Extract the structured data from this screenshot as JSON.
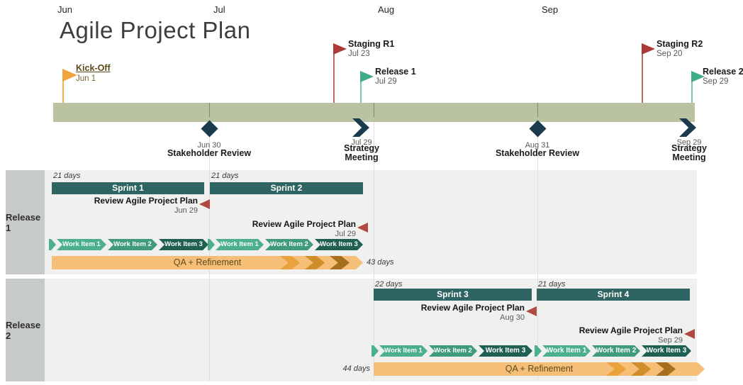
{
  "title": "Agile Project Plan",
  "timeline": {
    "months": [
      "Jun",
      "Jul",
      "Aug",
      "Sep"
    ]
  },
  "flags": [
    {
      "label": "Kick-Off",
      "date": "Jun 1"
    },
    {
      "label": "Staging R1",
      "date": "Jul 23"
    },
    {
      "label": "Release 1",
      "date": "Jul 29"
    },
    {
      "label": "Staging R2",
      "date": "Sep 20"
    },
    {
      "label": "Release 2",
      "date": "Sep 29"
    }
  ],
  "markers": [
    {
      "shape": "diamond",
      "date": "Jun 30",
      "label": "Stakeholder Review"
    },
    {
      "shape": "arrow",
      "date": "Jul 29",
      "label": "Strategy Meeting"
    },
    {
      "shape": "diamond",
      "date": "Aug 31",
      "label": "Stakeholder Review"
    },
    {
      "shape": "arrow",
      "date": "Sep 29",
      "label": "Strategy Meeting"
    }
  ],
  "lanes": [
    {
      "label": "Release 1",
      "sprints": [
        {
          "duration": "21 days",
          "name": "Sprint 1"
        },
        {
          "duration": "21 days",
          "name": "Sprint 2"
        }
      ],
      "reviews": [
        {
          "label": "Review Agile Project Plan",
          "date": "Jun 29"
        },
        {
          "label": "Review Agile Project Plan",
          "date": "Jul 29"
        }
      ],
      "work_items": [
        "Work Item 1",
        "Work Item 2",
        "Work Item 3",
        "Work Item 1",
        "Work Item 2",
        "Work Item 3"
      ],
      "qa_label": "QA + Refinement",
      "qa_duration": "43 days"
    },
    {
      "label": "Release 2",
      "sprints": [
        {
          "duration": "22 days",
          "name": "Sprint 3"
        },
        {
          "duration": "21 days",
          "name": "Sprint 4"
        }
      ],
      "reviews": [
        {
          "label": "Review Agile Project Plan",
          "date": "Aug 30"
        },
        {
          "label": "Review Agile Project Plan",
          "date": "Sep 29"
        }
      ],
      "work_items": [
        "Work Item 1",
        "Work Item 2",
        "Work Item 3",
        "Work Item 1",
        "Work Item 2",
        "Work Item 3"
      ],
      "qa_label": "QA + Refinement",
      "qa_duration": "44 days"
    }
  ],
  "colors": {
    "band": "#b9c2a1",
    "sprint_bar": "#2e6461",
    "work_item_1": "#4cb08d",
    "work_item_2": "#3f9b7b",
    "work_item_3": "#206053",
    "qa_bar": "#f6bf78",
    "qa_arrow_1": "#eaa23d",
    "qa_arrow_2": "#d08d29",
    "qa_arrow_3": "#a66f1e",
    "review_marker_red": "#ae4a40",
    "flag_orange": "#f0a33c",
    "flag_red": "#ad3a37",
    "flag_green": "#3fae87",
    "timeline_marker_dark": "#1c3a4d",
    "lane_bg": "#f0f0ee",
    "lane_label_bg": "#c7cbc7"
  },
  "chart_data": {
    "type": "table",
    "title": "Agile Project Plan",
    "timeline_months": [
      "Jun",
      "Jul",
      "Aug",
      "Sep"
    ],
    "milestone_flags": [
      {
        "name": "Kick-Off",
        "date": "Jun 1",
        "color": "orange"
      },
      {
        "name": "Staging R1",
        "date": "Jul 23",
        "color": "red"
      },
      {
        "name": "Release 1",
        "date": "Jul 29",
        "color": "green"
      },
      {
        "name": "Staging R2",
        "date": "Sep 20",
        "color": "red"
      },
      {
        "name": "Release 2",
        "date": "Sep 29",
        "color": "green"
      }
    ],
    "timeline_events": [
      {
        "name": "Stakeholder Review",
        "date": "Jun 30"
      },
      {
        "name": "Strategy Meeting",
        "date": "Jul 29"
      },
      {
        "name": "Stakeholder Review",
        "date": "Aug 31"
      },
      {
        "name": "Strategy Meeting",
        "date": "Sep 29"
      }
    ],
    "swimlanes": [
      {
        "name": "Release 1",
        "bars": [
          {
            "name": "Sprint 1",
            "duration_days": 21
          },
          {
            "name": "Sprint 2",
            "duration_days": 21
          },
          {
            "name": "QA + Refinement",
            "duration_days": 43
          }
        ],
        "milestones": [
          {
            "name": "Review Agile Project Plan",
            "date": "Jun 29"
          },
          {
            "name": "Review Agile Project Plan",
            "date": "Jul 29"
          }
        ],
        "work_items_per_sprint": [
          "Work Item 1",
          "Work Item 2",
          "Work Item 3"
        ]
      },
      {
        "name": "Release 2",
        "bars": [
          {
            "name": "Sprint 3",
            "duration_days": 22
          },
          {
            "name": "Sprint 4",
            "duration_days": 21
          },
          {
            "name": "QA + Refinement",
            "duration_days": 44
          }
        ],
        "milestones": [
          {
            "name": "Review Agile Project Plan",
            "date": "Aug 30"
          },
          {
            "name": "Review Agile Project Plan",
            "date": "Sep 29"
          }
        ],
        "work_items_per_sprint": [
          "Work Item 1",
          "Work Item 2",
          "Work Item 3"
        ]
      }
    ]
  }
}
